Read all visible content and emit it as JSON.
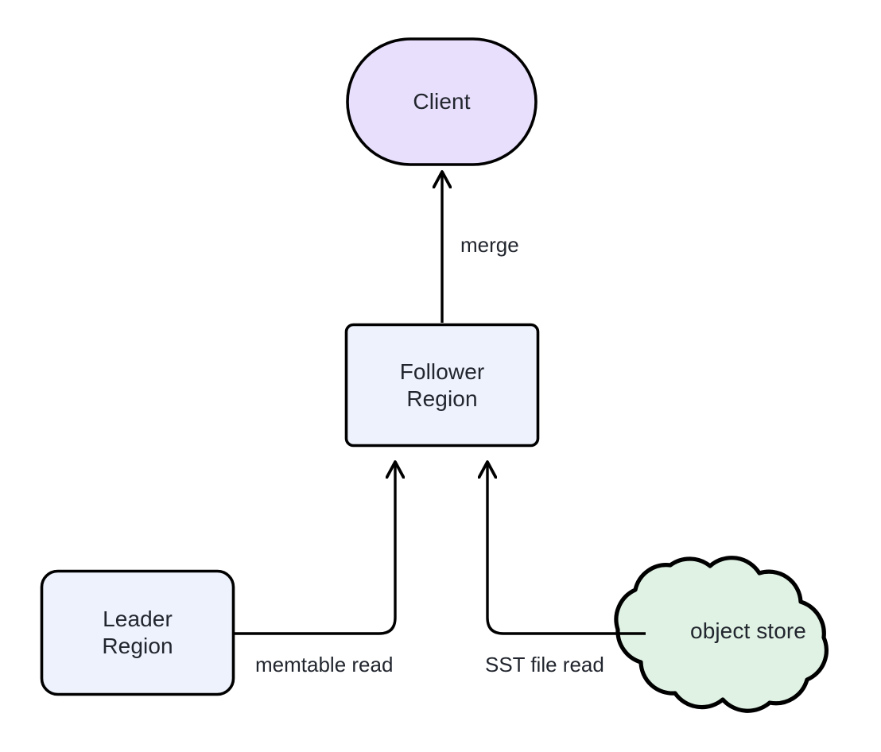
{
  "diagram": {
    "type": "flowchart",
    "direction": "bottom-to-top",
    "background": "#ffffff",
    "stroke_color": "#000000",
    "text_color": "#22262E",
    "nodes": [
      {
        "id": "client",
        "label": "Client",
        "shape": "stadium",
        "fill": "#E8DFFC",
        "stroke": "#000000"
      },
      {
        "id": "follower",
        "label": "Follower\nRegion",
        "shape": "rectangle",
        "fill": "#EDF2FC",
        "stroke": "#000000"
      },
      {
        "id": "leader",
        "label": "Leader\nRegion",
        "shape": "rounded-rectangle",
        "fill": "#EDF2FC",
        "stroke": "#000000"
      },
      {
        "id": "objectstore",
        "label": "object store",
        "shape": "cloud",
        "fill": "#E0F2E4",
        "stroke": "#000000"
      }
    ],
    "edges": [
      {
        "id": "edge-follower-client",
        "from": "follower",
        "to": "client",
        "label": "merge",
        "arrowhead": "to"
      },
      {
        "id": "edge-leader-follower",
        "from": "leader",
        "to": "follower",
        "label": "memtable read",
        "arrowhead": "to"
      },
      {
        "id": "edge-objectstore-follower",
        "from": "objectstore",
        "to": "follower",
        "label": "SST file read",
        "arrowhead": "to"
      }
    ]
  }
}
